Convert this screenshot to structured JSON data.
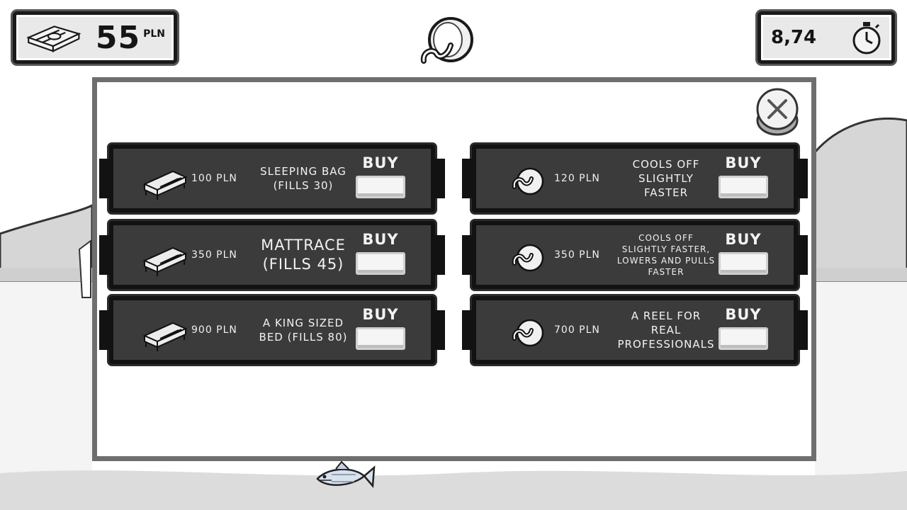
{
  "hud": {
    "money_amount": "55",
    "money_unit": "PLN",
    "timer_value": "8,74",
    "icons": {
      "money": "cash-bundle-icon",
      "timer": "stopwatch-icon",
      "reel": "fishing-reel-icon"
    }
  },
  "shop": {
    "close_icon": "close-x-icon",
    "beds": [
      {
        "price": "100 PLN",
        "description": "SLEEPING BAG (FILLS 30)",
        "buy_label": "BUY",
        "size": "normal"
      },
      {
        "price": "350 PLN",
        "description": "MATTRACE (FILLS 45)",
        "buy_label": "BUY",
        "size": "big"
      },
      {
        "price": "900 PLN",
        "description": "A KING SIZED BED (FILLS 80)",
        "buy_label": "BUY",
        "size": "normal"
      }
    ],
    "reels": [
      {
        "price": "120 PLN",
        "description": "COOLS OFF SLIGHTLY FASTER",
        "buy_label": "BUY",
        "size": "normal"
      },
      {
        "price": "350 PLN",
        "description": "COOLS OFF SLIGHTLY FASTER, LOWERS AND PULLS FASTER",
        "buy_label": "BUY",
        "size": "small"
      },
      {
        "price": "700 PLN",
        "description": "A REEL FOR REAL PROFESSIONALS",
        "buy_label": "BUY",
        "size": "normal"
      }
    ]
  },
  "colors": {
    "card_bg": "#3b3b3b",
    "card_border": "#121212",
    "panel_border": "#6e6e6e",
    "scene_gray": "#d8d8d8"
  }
}
